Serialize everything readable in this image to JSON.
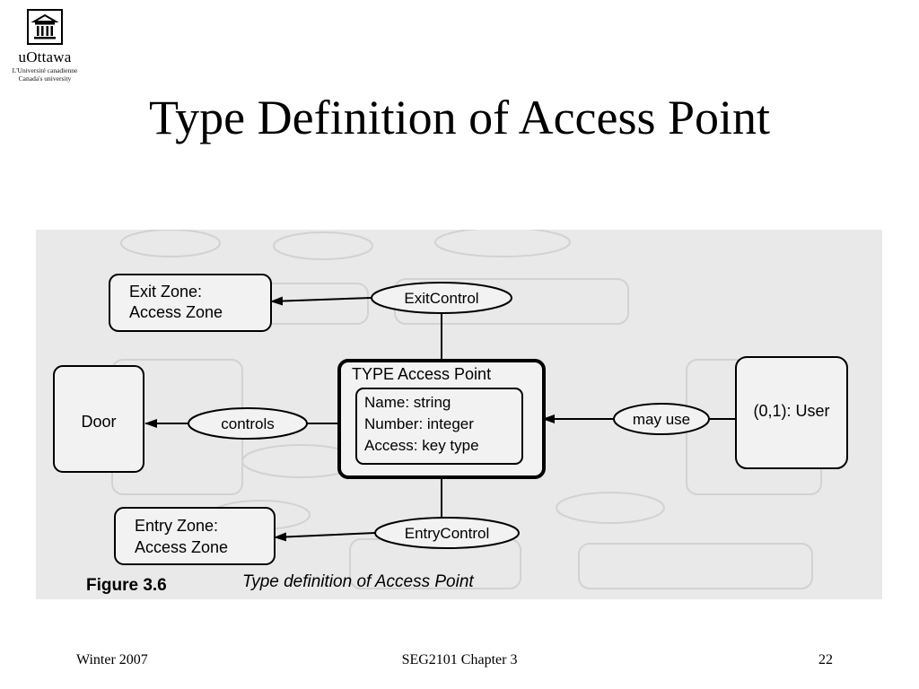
{
  "logo": {
    "icon": "building-icon",
    "brand": "uOttawa",
    "tagline_1": "L'Université canadienne",
    "tagline_2": "Canada's university"
  },
  "slide": {
    "title": "Type Definition of Access Point"
  },
  "figure": {
    "nodes": {
      "exit_zone_1": "Exit Zone:",
      "exit_zone_2": "Access Zone",
      "door": "Door",
      "entry_zone_1": "Entry Zone:",
      "entry_zone_2": "Access Zone",
      "user": "(0,1): User",
      "type_title": "TYPE Access Point",
      "attr_name": "Name: string",
      "attr_number": "Number: integer",
      "attr_access": "Access:  key type"
    },
    "relations": {
      "exit_control": "ExitControl",
      "controls": "controls",
      "entry_control": "EntryControl",
      "may_use": "may use"
    },
    "caption_label": "Figure  3.6",
    "caption_text": "Type definition of Access Point"
  },
  "footer": {
    "left": "Winter 2007",
    "center": "SEG2101 Chapter 3",
    "page": "22"
  }
}
